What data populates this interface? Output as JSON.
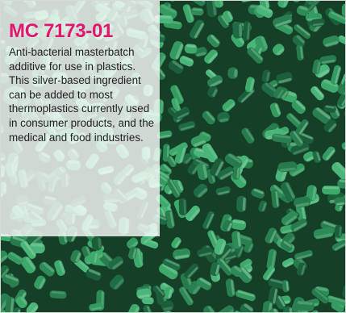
{
  "product": {
    "code": "MC 7173-01",
    "description": "Anti-bacterial masterbatch additive for use in plastics. This silver-based ingredient can be added to most thermoplastics currently used in consumer products, and the medical and food industries."
  },
  "colors": {
    "title_accent": "#e0176f",
    "body_text": "#1f1f1f",
    "pellet_green": "#2e8b57",
    "pellet_highlight": "#8fd1a8",
    "pellet_shadow": "#163f28"
  },
  "image": {
    "subject": "green plastic masterbatch pellets"
  }
}
